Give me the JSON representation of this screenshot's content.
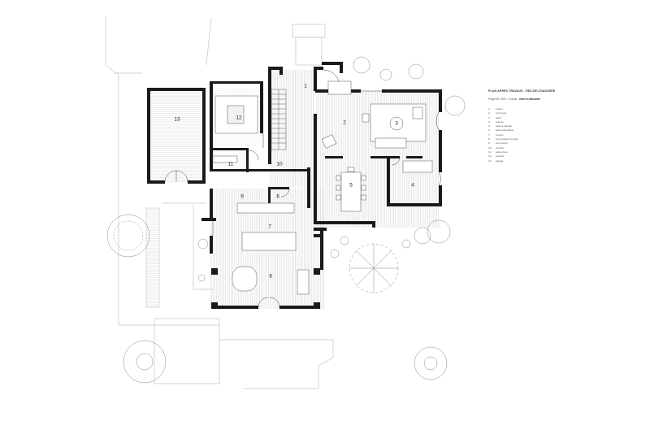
{
  "rooms": [
    "1",
    "2",
    "3",
    "4",
    "5",
    "6",
    "7",
    "8",
    "9",
    "10",
    "11",
    "12",
    "13"
  ],
  "legend": {
    "title": "PLAN APRÈS TRAVAUX - REZ-DE-CHAUSSÉE",
    "subtitle_prefix": "Projet DE VIMY - Crédits :",
    "subtitle_credit": "vives et fauvanet",
    "items": [
      {
        "num": "1.",
        "label": "entrée"
      },
      {
        "num": "2.",
        "label": "coin foyer"
      },
      {
        "num": "3.",
        "label": "salon"
      },
      {
        "num": "4.",
        "label": "bureau"
      },
      {
        "num": "5.",
        "label": "salle à manger"
      },
      {
        "num": "6.",
        "label": "salle télépotique"
      },
      {
        "num": "7.",
        "label": "cuisine"
      },
      {
        "num": "8.",
        "label": "coin détente/ lounge"
      },
      {
        "num": "9.",
        "label": "cool pantry"
      },
      {
        "num": "10.",
        "label": "corridor"
      },
      {
        "num": "11.",
        "label": "salle d'eau"
      },
      {
        "num": "12.",
        "label": "boudoir"
      },
      {
        "num": "13.",
        "label": "garage"
      }
    ]
  }
}
